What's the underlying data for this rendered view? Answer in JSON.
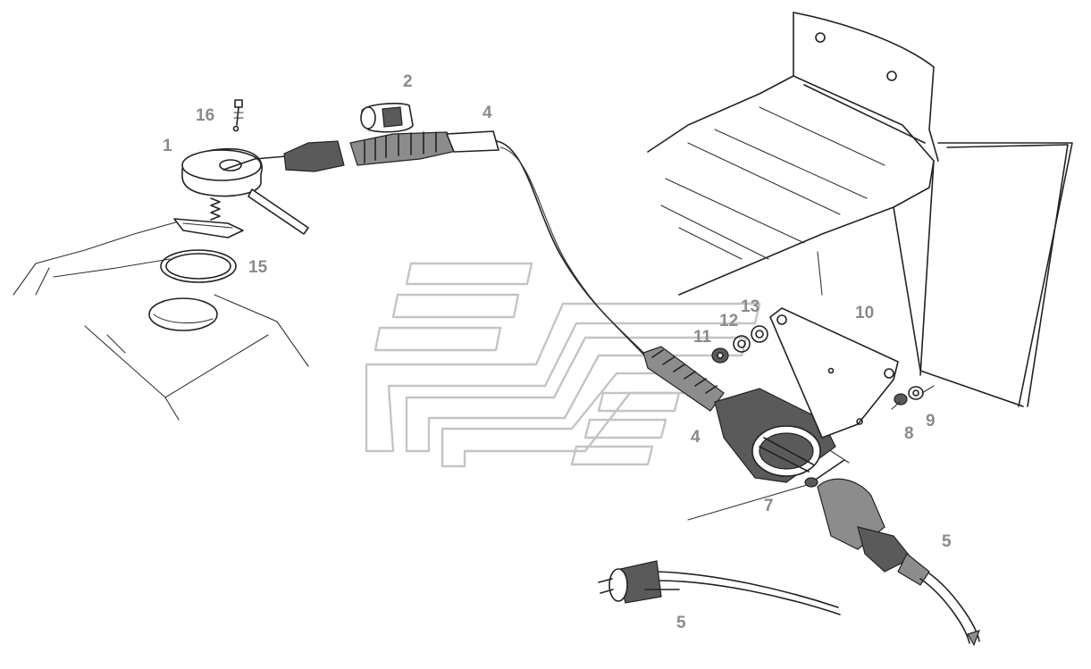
{
  "callouts": [
    {
      "id": "c1",
      "text": "1"
    },
    {
      "id": "c2",
      "text": "2"
    },
    {
      "id": "c4a",
      "text": "4"
    },
    {
      "id": "c4b",
      "text": "4"
    },
    {
      "id": "c5a",
      "text": "5"
    },
    {
      "id": "c5b",
      "text": "5"
    },
    {
      "id": "c7",
      "text": "7"
    },
    {
      "id": "c8",
      "text": "8"
    },
    {
      "id": "c9",
      "text": "9"
    },
    {
      "id": "c10",
      "text": "10"
    },
    {
      "id": "c11",
      "text": "11"
    },
    {
      "id": "c12",
      "text": "12"
    },
    {
      "id": "c13",
      "text": "13"
    },
    {
      "id": "c15",
      "text": "15"
    },
    {
      "id": "c16",
      "text": "16"
    }
  ],
  "colors": {
    "ink": "#222222",
    "label": "#8a8a8a",
    "watermark": "#c4c4c4",
    "paper": "#ffffff"
  }
}
